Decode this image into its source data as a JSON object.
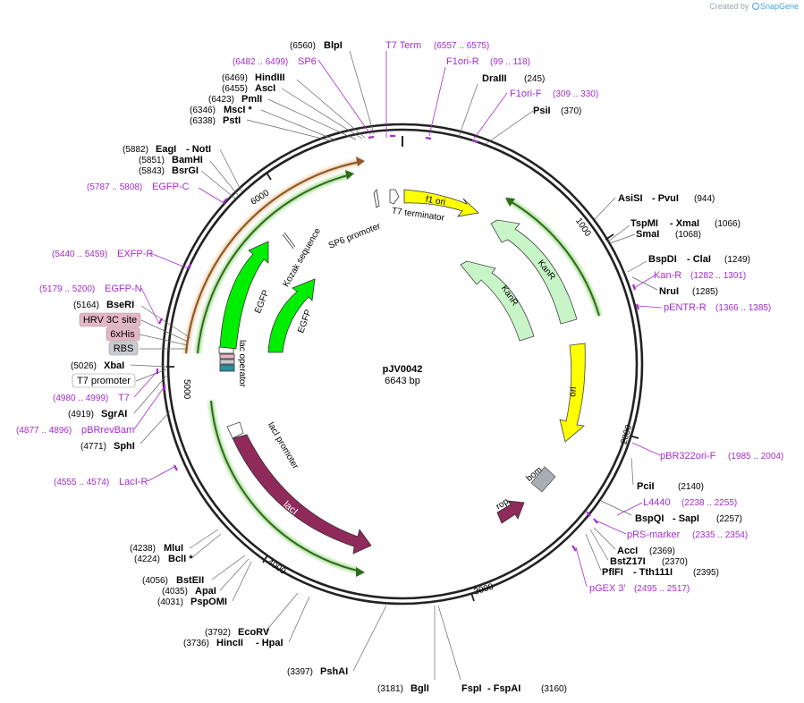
{
  "credit": {
    "prefix": "Created by",
    "brand": "SnapGene"
  },
  "plasmid": {
    "name": "pJV0042",
    "length_label": "6643 bp"
  },
  "ticks": [
    "1000",
    "2000",
    "3000",
    "4000",
    "5000",
    "6000"
  ],
  "enzymes": {
    "blpi": {
      "pos": "(6560)",
      "name": "BlpI"
    },
    "hindiii": {
      "pos": "(6469)",
      "name": "HindIII"
    },
    "asci": {
      "pos": "(6455)",
      "name": "AscI"
    },
    "pmli": {
      "pos": "(6423)",
      "name": "PmlI"
    },
    "msci": {
      "pos": "(6346)",
      "name": "MscI *"
    },
    "psti": {
      "pos": "(6338)",
      "name": "PstI"
    },
    "eagi": {
      "pos": "(5882)",
      "name": "EagI",
      "name2": "- NotI"
    },
    "bamhi": {
      "pos": "(5851)",
      "name": "BamHI"
    },
    "bsrgi": {
      "pos": "(5843)",
      "name": "BsrGI"
    },
    "bseri": {
      "pos": "(5164)",
      "name": "BseRI"
    },
    "xbai": {
      "pos": "(5026)",
      "name": "XbaI"
    },
    "sgrai": {
      "pos": "(4919)",
      "name": "SgrAI"
    },
    "sphi": {
      "pos": "(4771)",
      "name": "SphI"
    },
    "mlui": {
      "pos": "(4238)",
      "name": "MluI"
    },
    "bcli": {
      "pos": "(4224)",
      "name": "BclI *"
    },
    "bsteii": {
      "pos": "(4056)",
      "name": "BstEII"
    },
    "apai": {
      "pos": "(4035)",
      "name": "ApaI"
    },
    "pspomi": {
      "pos": "(4031)",
      "name": "PspOMI"
    },
    "ecorv": {
      "pos": "(3792)",
      "name": "EcoRV"
    },
    "hincii": {
      "pos": "(3736)",
      "name": "HincII",
      "name2": "- HpaI"
    },
    "pshai": {
      "pos": "(3397)",
      "name": "PshAI"
    },
    "bgli": {
      "pos": "(3181)",
      "name": "BglI"
    },
    "fspi": {
      "name": "FspI",
      "name2": "- FspAI",
      "pos": "(3160)"
    },
    "draiii": {
      "name": "DraIII",
      "pos": "(245)"
    },
    "psii": {
      "name": "PsiI",
      "pos": "(370)"
    },
    "asisi": {
      "name": "AsiSI",
      "name2": "- PvuI",
      "pos": "(944)"
    },
    "tspmi": {
      "name": "TspMI",
      "name2": "- XmaI",
      "pos": "(1066)"
    },
    "smai": {
      "name": "SmaI",
      "pos": "(1068)"
    },
    "bspdi": {
      "name": "BspDI",
      "name2": "- ClaI",
      "pos": "(1249)"
    },
    "nrui": {
      "name": "NruI",
      "pos": "(1285)"
    },
    "pcii": {
      "name": "PciI",
      "pos": "(2140)"
    },
    "bspqi": {
      "name": "BspQI",
      "name2": "- SapI",
      "pos": "(2257)"
    },
    "acci": {
      "name": "AccI",
      "pos": "(2369)"
    },
    "bstz17i": {
      "name": "BstZ17I",
      "pos": "(2370)"
    },
    "pflfi": {
      "name": "PflFI",
      "name2": "- Tth111I",
      "pos": "(2395)"
    }
  },
  "primers": {
    "t7term": {
      "name": "T7 Term",
      "pos": "(6557 .. 6575)"
    },
    "sp6": {
      "pos": "(6482 .. 6499)",
      "name": "SP6"
    },
    "f1ori_r": {
      "name": "F1ori-R",
      "pos": "(99 .. 118)"
    },
    "f1ori_f": {
      "name": "F1ori-F",
      "pos": "(309 .. 330)"
    },
    "egfp_c": {
      "pos": "(5787 .. 5808)",
      "name": "EGFP-C"
    },
    "exfp_r": {
      "pos": "(5440 .. 5459)",
      "name": "EXFP-R"
    },
    "egfp_n": {
      "pos": "(5179 .. 5200)",
      "name": "EGFP-N"
    },
    "t7": {
      "pos": "(4980 .. 4999)",
      "name": "T7"
    },
    "pbrrevbam": {
      "pos": "(4877 .. 4896)",
      "name": "pBRrevBam"
    },
    "laci_r": {
      "pos": "(4555 .. 4574)",
      "name": "LacI-R"
    },
    "kan_r": {
      "name": "Kan-R",
      "pos": "(1282 .. 1301)"
    },
    "pentr_r": {
      "name": "pENTR-R",
      "pos": "(1366 .. 1385)"
    },
    "pbr322ori_f": {
      "name": "pBR322ori-F",
      "pos": "(1985 .. 2004)"
    },
    "l4440": {
      "name": "L4440",
      "pos": "(2238 .. 2255)"
    },
    "prs_marker": {
      "name": "pRS-marker",
      "pos": "(2335 .. 2354)"
    },
    "pgex3": {
      "name": "pGEX 3'",
      "pos": "(2495 .. 2517)"
    }
  },
  "boxed_features": {
    "hrv3c": "HRV 3C site",
    "sixhis": "6xHis",
    "rbs": "RBS",
    "t7promoter": "T7 promoter"
  },
  "features": {
    "f1ori": "f1 ori",
    "kanr_outer": "KanR",
    "kanr_inner": "KanR",
    "ori": "ori",
    "bom": "bom",
    "rop": "rop",
    "laci": "lacI",
    "laci_promoter": "lacI promoter",
    "lac_operator": "lac operator",
    "egfp_outer": "EGFP",
    "egfp_inner": "EGFP",
    "kozak": "Kozak sequence",
    "sp6_promoter": "SP6 promoter",
    "t7_terminator": "T7 terminator"
  },
  "colors": {
    "backbone": "#222222",
    "primer": "#a52ccf",
    "egfp": "#00ee00",
    "kanr": "#c8f5c8",
    "f1ori": "#ffff00",
    "ori": "#ffff00",
    "laci": "#8f2a5a",
    "rop": "#8f2a5a",
    "bom": "#a8adb3",
    "orange_arc": "#e3a04f",
    "green_arc": "#5cbf3a",
    "hrv_fill": "#e4b6c6",
    "rbs_fill": "#c9ccd1"
  }
}
